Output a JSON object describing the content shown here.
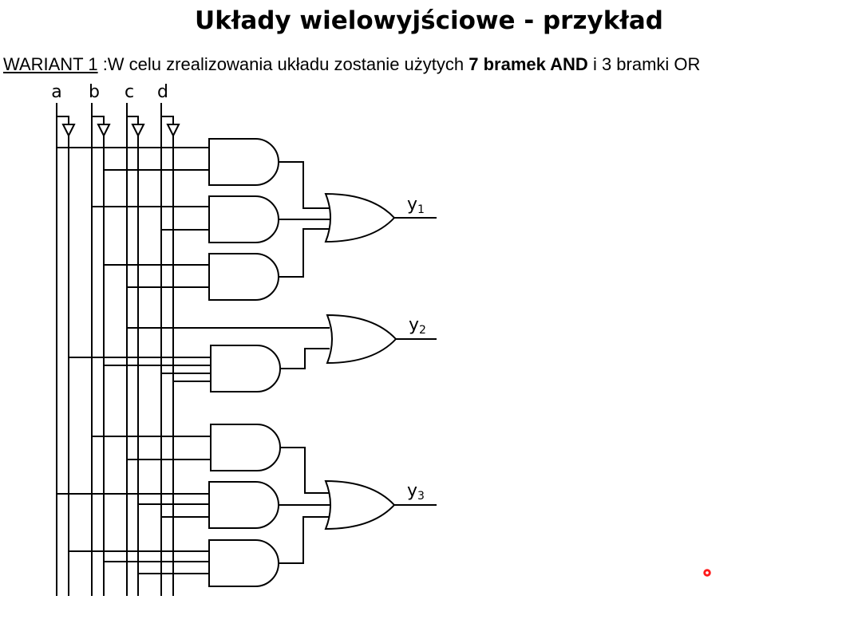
{
  "title": "Układy wielowyjściowe - przykład",
  "subtitle": {
    "variant": "WARIANT 1",
    "text_a": " :W celu zrealizowania układu zostanie użytych ",
    "bold": "7 bramek AND",
    "text_b": " i 3 bramki OR"
  },
  "diagram": {
    "inputs": [
      "a",
      "b",
      "c",
      "d"
    ],
    "outputs": [
      "y",
      "y",
      "y"
    ],
    "output_subscripts": [
      "1",
      "2",
      "3"
    ],
    "gates": {
      "and": 7,
      "or": 3,
      "not": 4
    }
  },
  "colors": {
    "line": "#000000",
    "background": "#ffffff",
    "pointer": "#ff1a1a"
  },
  "pointer": "laser-pointer-dot"
}
